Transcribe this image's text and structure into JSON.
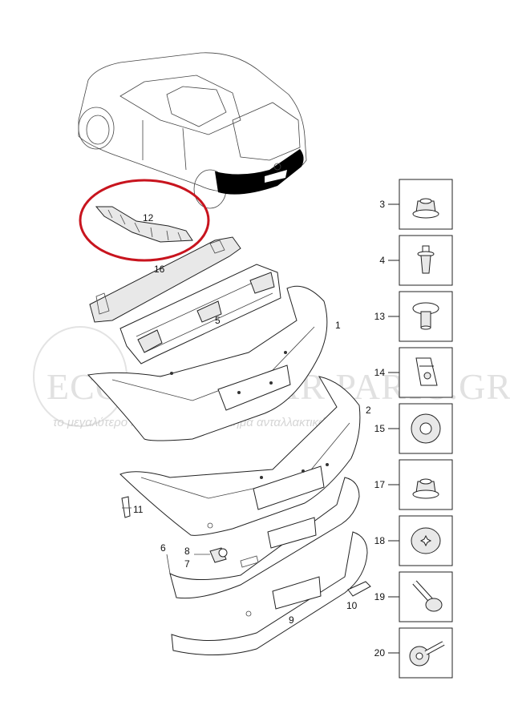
{
  "watermark": {
    "brand": "ECONOMY CAR PARTS.GR",
    "tagline": "το μεγαλύτερο ηλεκτρονικό κατάστημα ανταλλακτικών"
  },
  "callouts": {
    "p1": "1",
    "p2": "2",
    "p5": "5",
    "p6": "6",
    "p7": "7",
    "p8": "8",
    "p9": "9",
    "p10": "10",
    "p11": "11",
    "p12": "12",
    "p16": "16"
  },
  "fasteners": [
    {
      "label": "3",
      "icon": "flange-nut-icon"
    },
    {
      "label": "4",
      "icon": "push-rivet-icon"
    },
    {
      "label": "13",
      "icon": "plastic-clip-icon"
    },
    {
      "label": "14",
      "icon": "spring-clip-icon"
    },
    {
      "label": "15",
      "icon": "washer-icon"
    },
    {
      "label": "17",
      "icon": "flange-nut-icon"
    },
    {
      "label": "18",
      "icon": "torx-screw-icon"
    },
    {
      "label": "19",
      "icon": "bolt-icon"
    },
    {
      "label": "20",
      "icon": "torx-bolt-icon"
    }
  ],
  "colors": {
    "highlight_ring": "#c8141e",
    "bumper_highlight": "#000000"
  }
}
